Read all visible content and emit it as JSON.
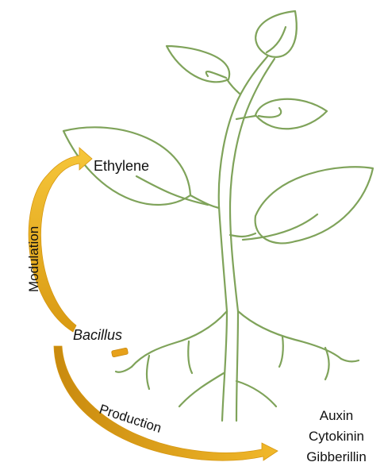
{
  "labels": {
    "ethylene": "Ethylene",
    "modulation": "Modulation",
    "bacillus": "Bacillus",
    "production": "Production",
    "hormones": [
      "Auxin",
      "Cytokinin",
      "Gibberillin"
    ]
  },
  "colors": {
    "plant_outline": "#7fa35a",
    "arrow_gold": "#e0a516",
    "arrow_gold_light": "#f2c94c",
    "bacillus_rod": "#e7a11b",
    "text": "#111111"
  },
  "icons": {
    "plant": "plant-outline-icon",
    "bacterium": "bacillus-rod-icon"
  }
}
